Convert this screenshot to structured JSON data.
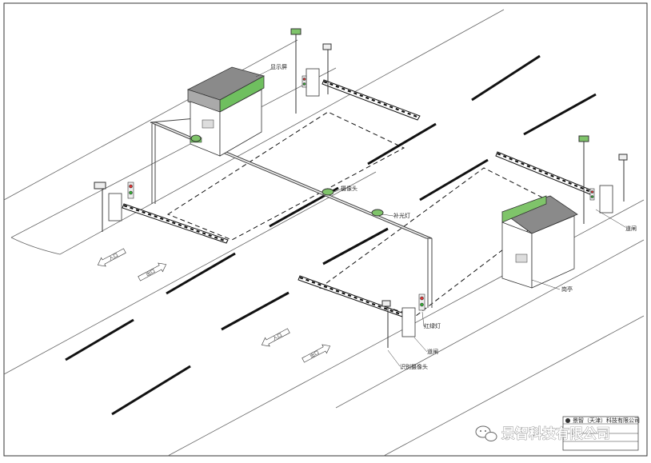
{
  "labels": {
    "display_screen": "显示屏",
    "camera": "摄像头",
    "fill_light": "补光灯",
    "barrier_right": "道闸",
    "guard_booth": "岗亭",
    "traffic_light": "红绿灯",
    "barrier_bottom": "道闸",
    "recognition_camera": "识别摄像头"
  },
  "road_arrows": [
    "入口",
    "出口",
    "入口",
    "出口"
  ],
  "title_block": {
    "company": "景智（天津）科技有限公司"
  },
  "watermark": {
    "text": "景智科技有限公司",
    "icon": "wechat-icon"
  },
  "colors": {
    "line": "#111111",
    "booth_roof": "#8a8a8a",
    "display_green": "#7fc46a",
    "traffic_red": "#d33",
    "traffic_green": "#3a3"
  }
}
